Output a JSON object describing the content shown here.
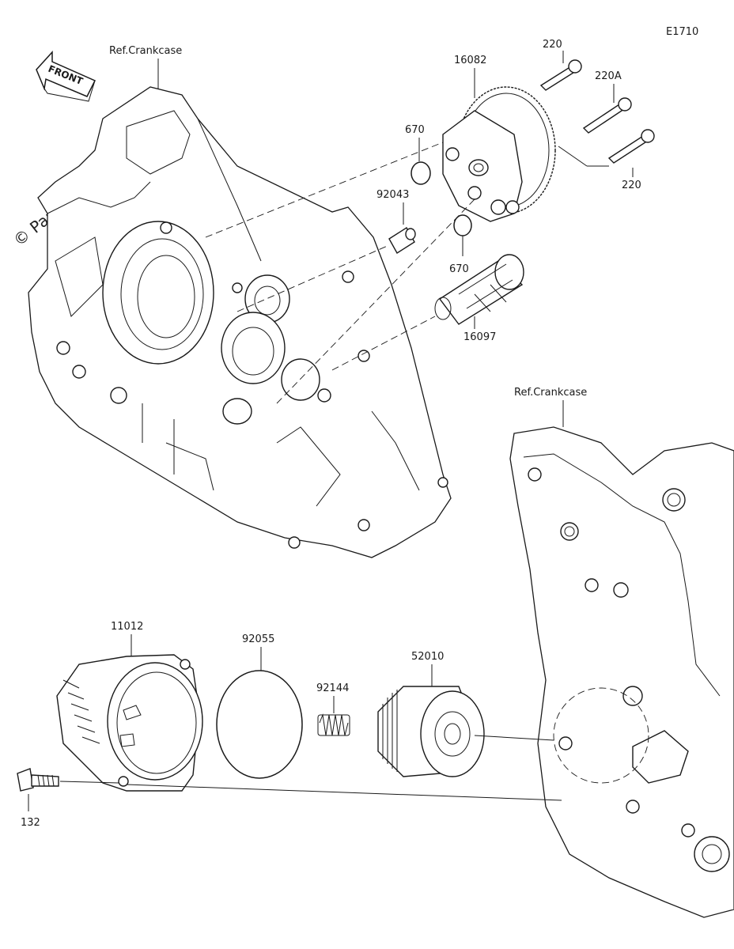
{
  "diagram_code": "E1710",
  "watermark": "© Partzilla.com",
  "front_arrow_label": "FRONT",
  "ref_labels": {
    "upper_crankcase": "Ref.Crankcase",
    "lower_crankcase": "Ref.Crankcase"
  },
  "parts": [
    {
      "id": "p220a",
      "number": "220"
    },
    {
      "id": "p16082",
      "number": "16082"
    },
    {
      "id": "p220A",
      "number": "220A"
    },
    {
      "id": "p670a",
      "number": "670"
    },
    {
      "id": "p220b",
      "number": "220"
    },
    {
      "id": "p92043",
      "number": "92043"
    },
    {
      "id": "p670b",
      "number": "670"
    },
    {
      "id": "p16097",
      "number": "16097"
    },
    {
      "id": "p11012",
      "number": "11012"
    },
    {
      "id": "p92055",
      "number": "92055"
    },
    {
      "id": "p92144",
      "number": "92144"
    },
    {
      "id": "p52010",
      "number": "52010"
    },
    {
      "id": "p132",
      "number": "132"
    }
  ]
}
